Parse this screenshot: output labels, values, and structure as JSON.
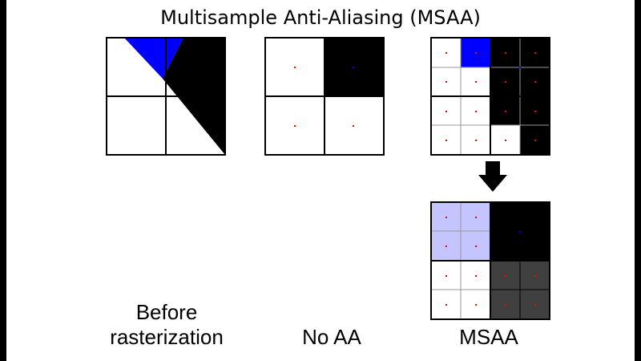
{
  "title": "Multisample Anti-Aliasing (MSAA)",
  "captions": {
    "before_line1": "Before",
    "before_line2": "rasterization",
    "no_aa": "No AA",
    "msaa": "MSAA"
  },
  "colors": {
    "background_frame": "#000000",
    "slide": "#ffffff",
    "triangle_blue": "#0000ff",
    "coverage_black": "#000000",
    "resolved_blue": "#c4c4ff",
    "resolved_gray": "#404040",
    "sample_red": "#ff0000",
    "sample_blue": "#0000ff",
    "arrow": "#000000"
  },
  "grids": {
    "before": {
      "pixels": "2x2"
    },
    "no_aa": {
      "pixels": "2x2",
      "samples_per_pixel": 1
    },
    "msaa": {
      "pixels": "2x2",
      "samples_per_pixel": 4
    },
    "resolved": {
      "pixels": "2x2",
      "samples_per_pixel": 4
    }
  }
}
